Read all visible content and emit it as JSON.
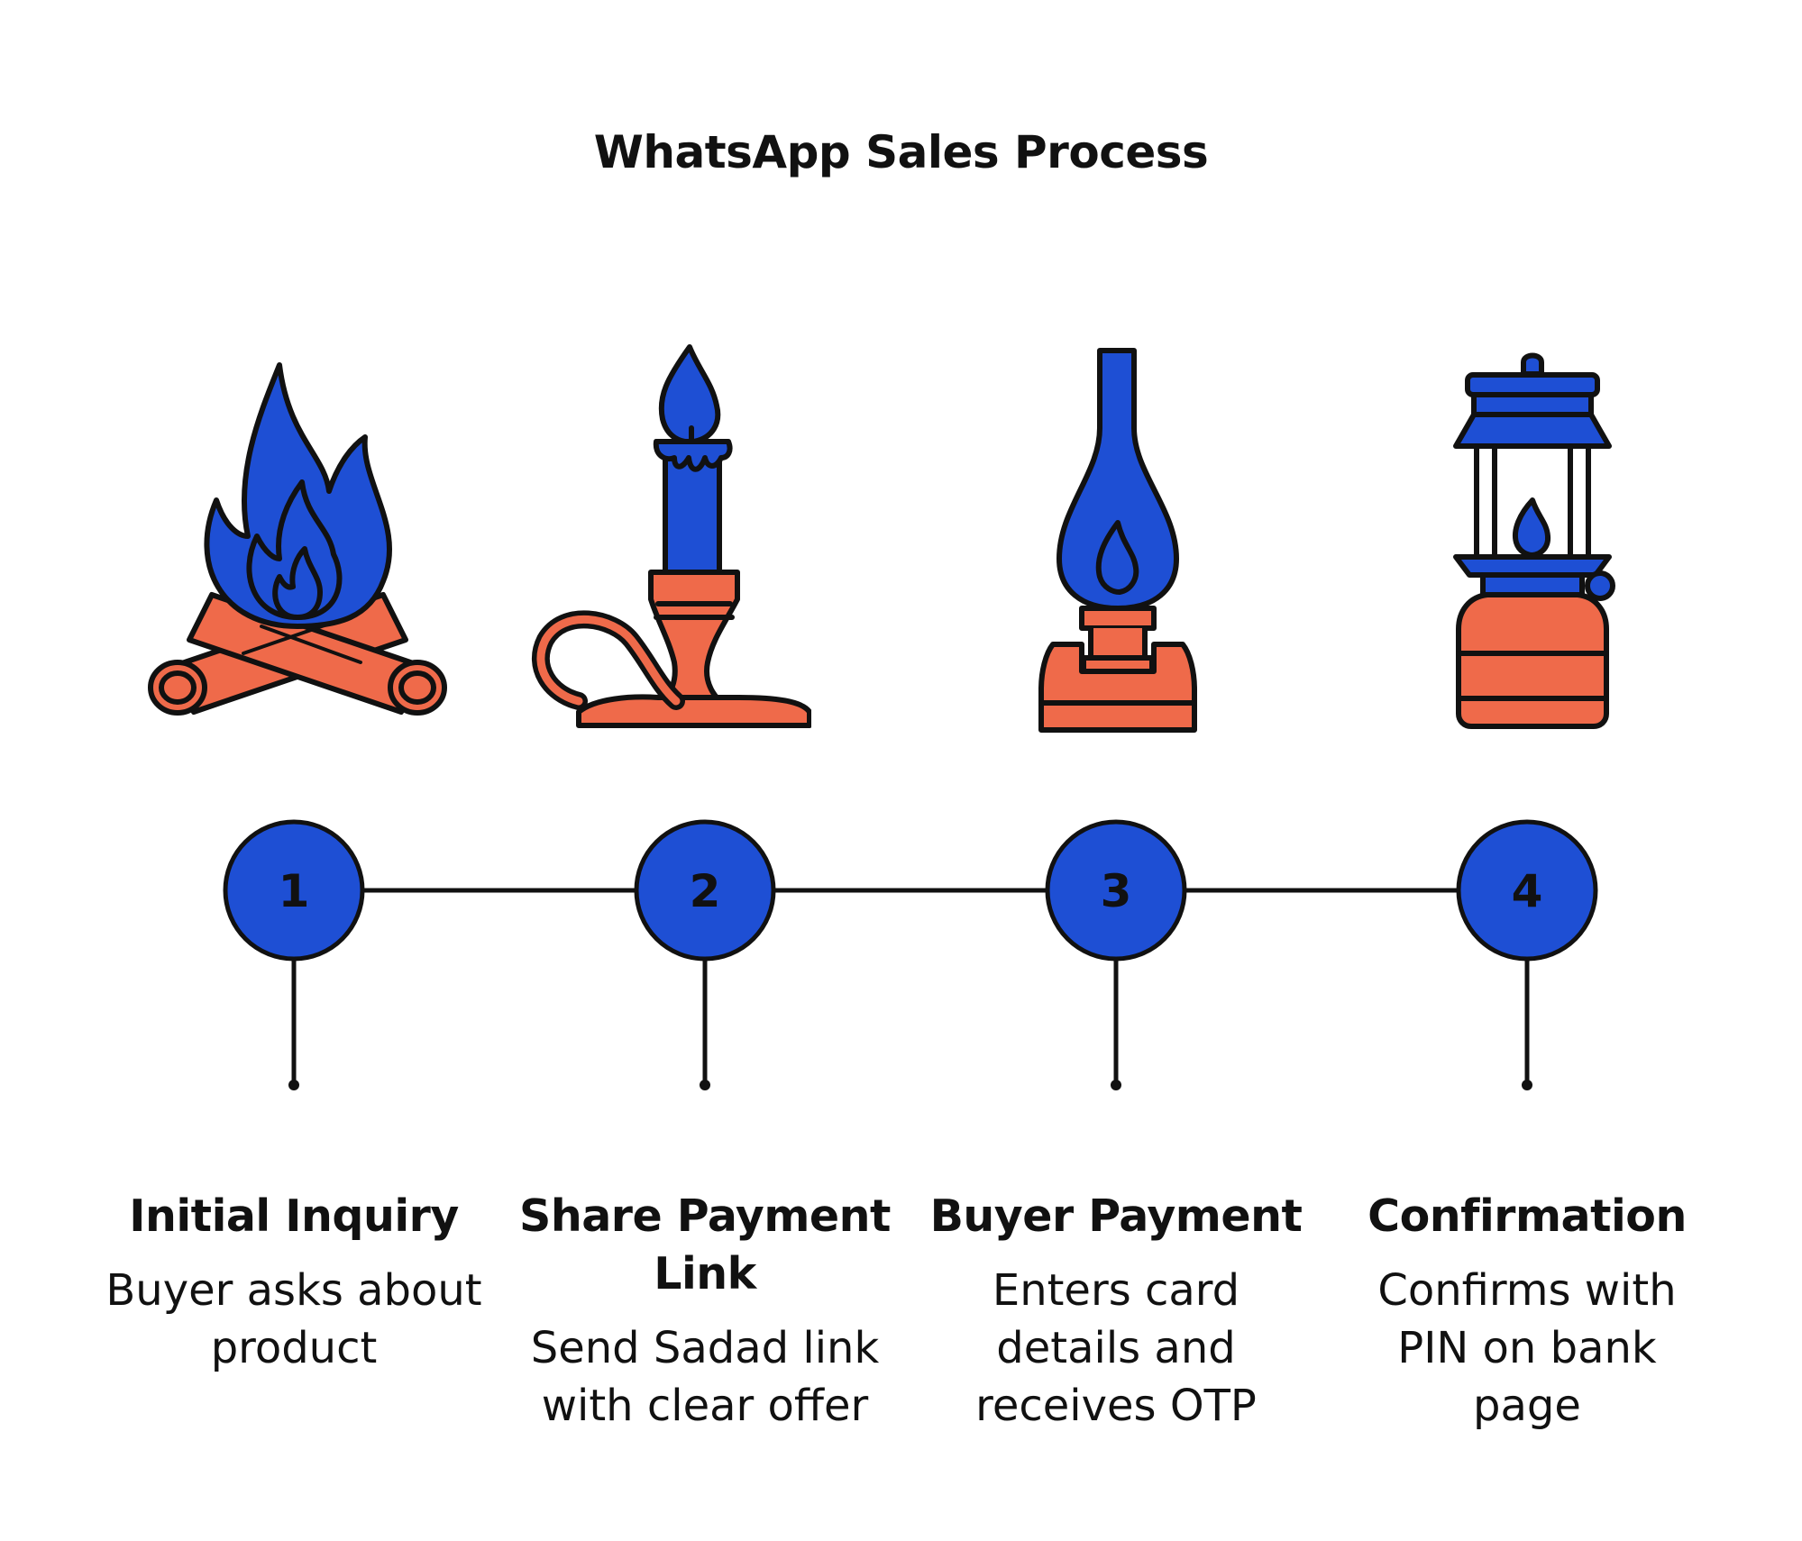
{
  "title": "WhatsApp Sales Process",
  "colors": {
    "blue": "#1E4FD4",
    "orange": "#EF6A4A",
    "stroke": "#111111"
  },
  "steps": [
    {
      "number": "1",
      "icon": "campfire-icon",
      "title": "Initial Inquiry",
      "description": "Buyer asks about product"
    },
    {
      "number": "2",
      "icon": "candle-icon",
      "title": "Share Payment Link",
      "description": "Send Sadad link with clear offer"
    },
    {
      "number": "3",
      "icon": "oil-lamp-icon",
      "title": "Buyer Payment",
      "description": "Enters card details and receives OTP"
    },
    {
      "number": "4",
      "icon": "lantern-icon",
      "title": "Confirmation",
      "description": "Confirms with PIN on bank page"
    }
  ]
}
